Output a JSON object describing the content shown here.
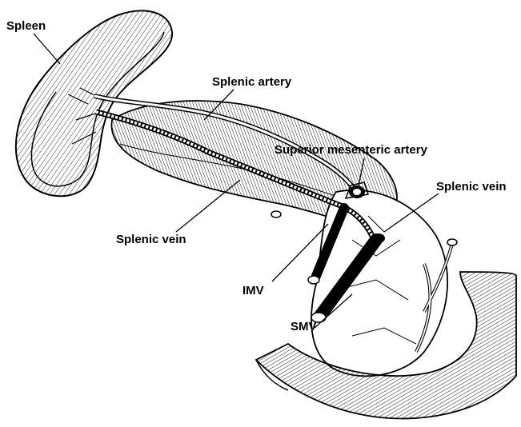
{
  "labels": {
    "spleen": "Spleen",
    "splenic_artery": "Splenic artery",
    "superior_mesenteric_artery": "Superior mesenteric artery",
    "splenic_vein_right": "Splenic vein",
    "splenic_vein_left": "Splenic vein",
    "imv": "IMV",
    "smv": "SMV"
  },
  "colors": {
    "ink": "#000000",
    "background": "#ffffff"
  }
}
